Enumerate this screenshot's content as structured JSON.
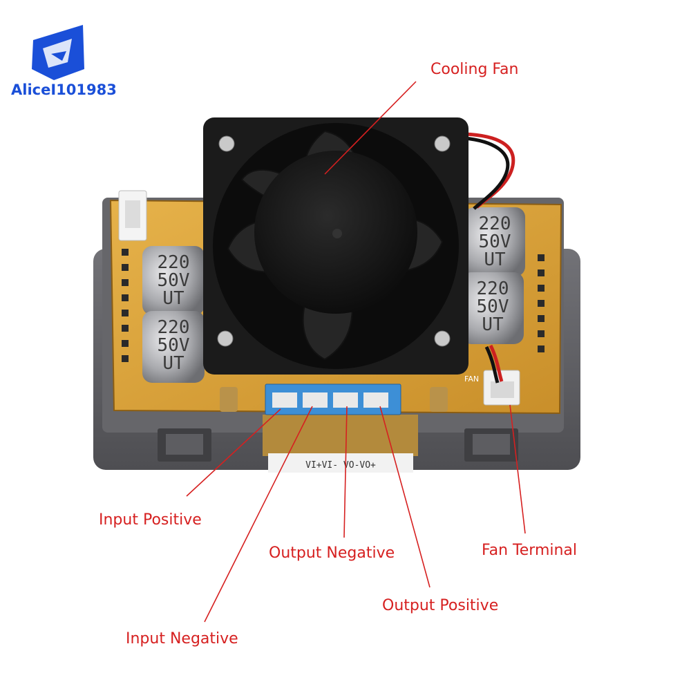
{
  "logo": {
    "text": "AliceI101983",
    "color": "#1a4fd8"
  },
  "annotations": {
    "color": "#d62020",
    "cooling_fan": "Cooling Fan",
    "input_positive": "Input Positive",
    "input_negative": "Input Negative",
    "output_negative": "Output Negative",
    "output_positive": "Output Positive",
    "fan_terminal": "Fan Terminal"
  },
  "board": {
    "terminal_labels": "VI+VI-  VO-VO+",
    "fan_silk": "FAN",
    "capacitor_top": "220",
    "capacitor_mid": "50V",
    "capacitor_bottom": "UT",
    "pcb_color": "#d9a43a",
    "fan_color": "#1c1c1c",
    "case_color": "#5f5f63",
    "terminal_color": "#3d8fd6"
  }
}
